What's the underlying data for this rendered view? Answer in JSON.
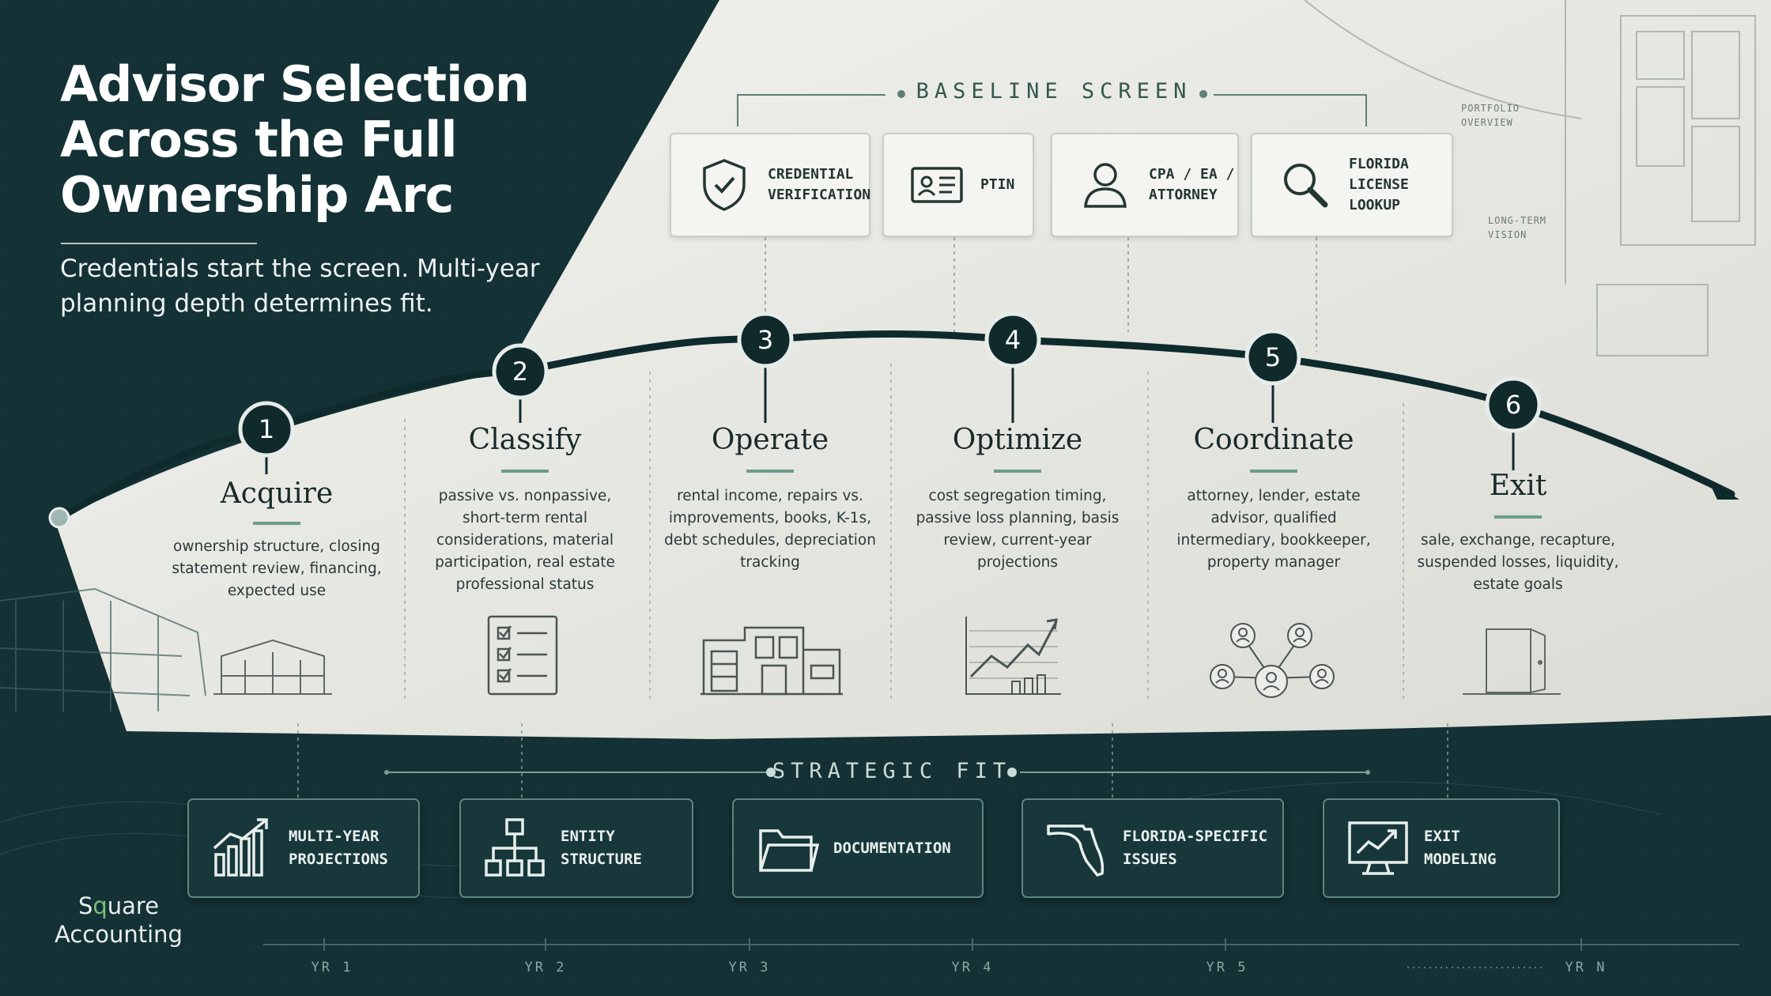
{
  "title": "Advisor Selection Across the Full Ownership Arc",
  "subtitle": "Credentials start the screen. Multi-year planning depth determines fit.",
  "baseline": {
    "heading": "BASELINE SCREEN",
    "cards": [
      {
        "label": "CREDENTIAL\nVERIFICATION",
        "icon": "shield-check-icon"
      },
      {
        "label": "PTIN",
        "icon": "id-card-icon"
      },
      {
        "label": "CPA / EA /\nATTORNEY",
        "icon": "person-icon"
      },
      {
        "label": "FLORIDA\nLICENSE LOOKUP",
        "icon": "magnifier-icon"
      }
    ]
  },
  "stages": [
    {
      "number": "1",
      "title": "Acquire",
      "desc": "ownership structure, closing statement review, financing, expected use",
      "icon": "house-frame-icon"
    },
    {
      "number": "2",
      "title": "Classify",
      "desc": "passive vs. nonpassive, short-term rental considerations, material participation, real estate professional status",
      "icon": "checklist-icon"
    },
    {
      "number": "3",
      "title": "Operate",
      "desc": "rental income, repairs vs. improvements, books, K-1s, debt schedules, depreciation tracking",
      "icon": "building-icon"
    },
    {
      "number": "4",
      "title": "Optimize",
      "desc": "cost segregation timing, passive loss planning, basis review, current-year projections",
      "icon": "growth-chart-icon"
    },
    {
      "number": "5",
      "title": "Coordinate",
      "desc": "attorney, lender, estate advisor, qualified intermediary, bookkeeper, property manager",
      "icon": "network-people-icon"
    },
    {
      "number": "6",
      "title": "Exit",
      "desc": "sale, exchange, recapture, suspended losses, liquidity, estate goals",
      "icon": "open-door-icon"
    }
  ],
  "strategic": {
    "heading": "STRATEGIC FIT",
    "cards": [
      {
        "label": "MULTI-YEAR\nPROJECTIONS",
        "icon": "bar-chart-icon"
      },
      {
        "label": "ENTITY\nSTRUCTURE",
        "icon": "org-chart-icon"
      },
      {
        "label": "DOCUMENTATION",
        "icon": "folder-icon"
      },
      {
        "label": "FLORIDA-SPECIFIC\nISSUES",
        "icon": "florida-map-icon"
      },
      {
        "label": "EXIT\nMODELING",
        "icon": "monitor-chart-icon"
      }
    ]
  },
  "timeline": [
    "YR 1",
    "YR 2",
    "YR 3",
    "YR 4",
    "YR 5",
    "YR N"
  ],
  "blueprint_notes": [
    "PORTFOLIO\nOVERVIEW",
    "LONG-TERM\nVISION"
  ],
  "logo": {
    "line1_pre": "S",
    "line1_q": "q",
    "line1_post": "uare",
    "line2": "Accounting"
  },
  "colors": {
    "dark": "#143135",
    "paper": "#e8e8e3",
    "accent": "#6c9c8c",
    "node": "#102a2c"
  }
}
